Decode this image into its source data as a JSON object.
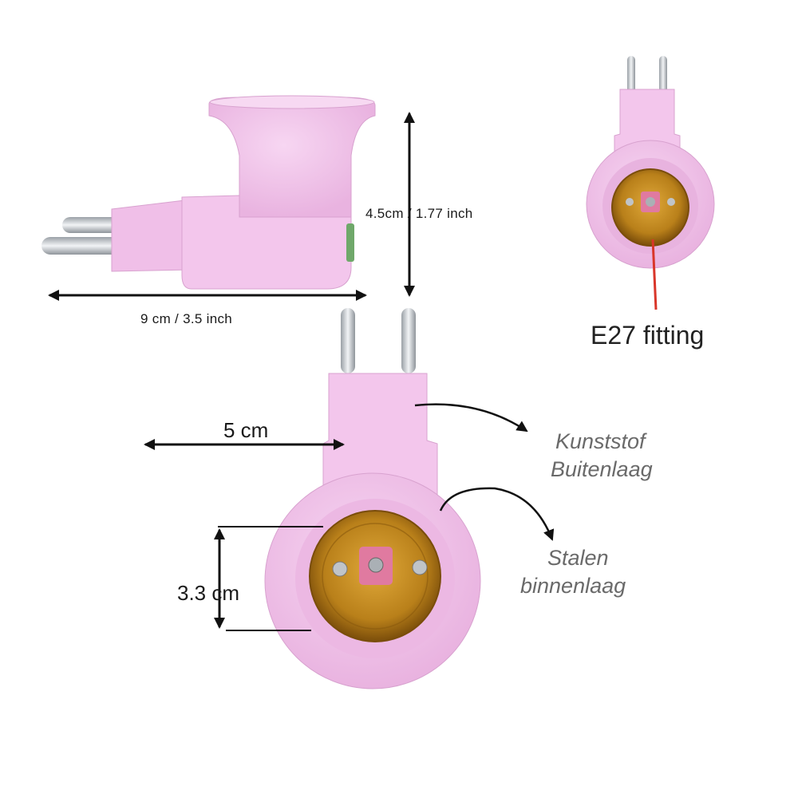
{
  "labels": {
    "width_side": "9 cm / 3.5 inch",
    "height_side": "4.5cm / 1.77 inch",
    "fitting": "E27 fitting",
    "front_width": "5 cm",
    "inner_diameter": "3.3 cm",
    "outer_layer_line1": "Kunststof",
    "outer_layer_line2": "Buitenlaag",
    "inner_layer_line1": "Stalen",
    "inner_layer_line2": "binnenlaag"
  },
  "colors": {
    "housing_pink": "#f3c6ec",
    "housing_shadow": "#d9a3d0",
    "brass": "#c9921e",
    "brass_dark": "#8a5a0e",
    "pin_metal": "#c8ccd0",
    "wire_red": "#d9362a",
    "arrow": "#111111"
  }
}
